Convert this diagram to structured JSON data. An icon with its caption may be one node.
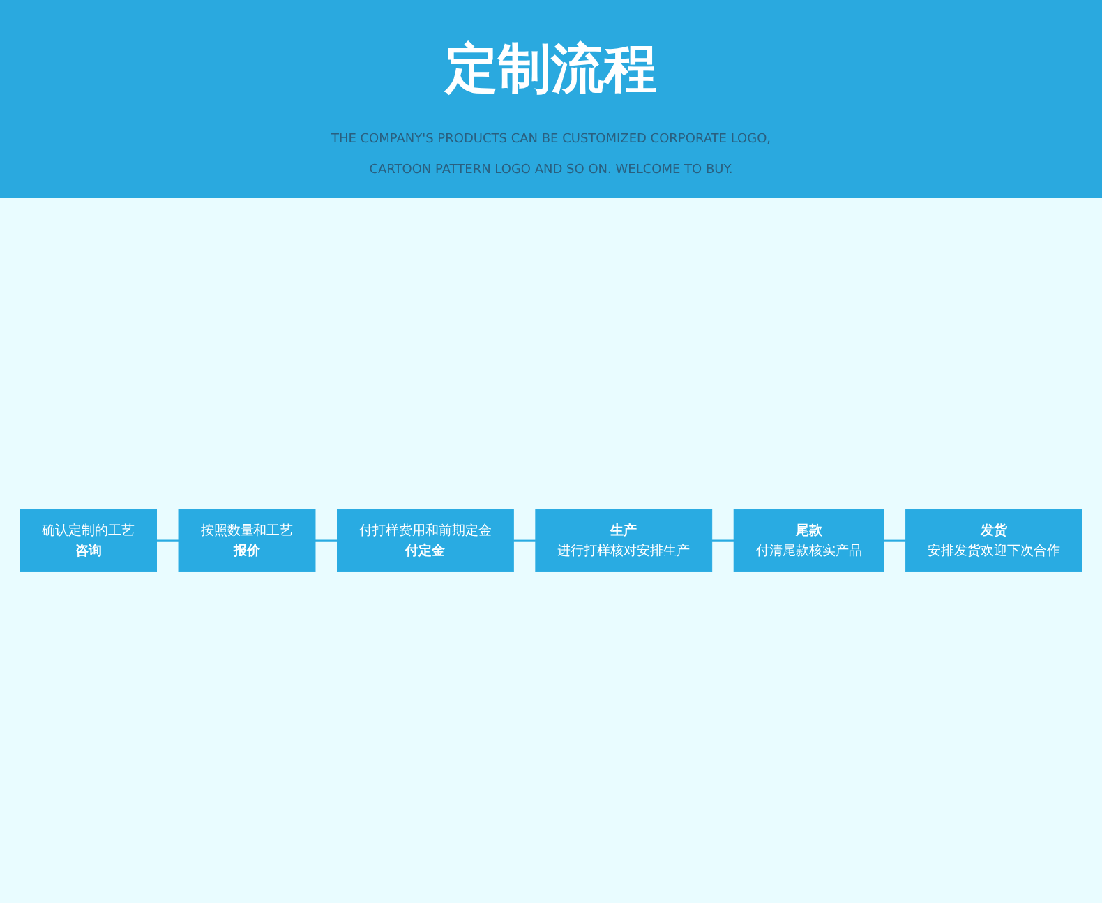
{
  "diagram": {
    "title": "定制流程",
    "nodes": [
      {
        "text": [
          "确认定制的工艺",
          "咨询"
        ]
      },
      {
        "text": [
          "按照数量和工艺",
          "报价"
        ]
      },
      {
        "text": [
          "付打样费用和前期定金",
          "付定金"
        ]
      },
      {
        "text": [
          "发货",
          "安排发货欢迎下次合作"
        ]
      },
      {
        "text": [
          "尾款",
          "付清尾款核实产品"
        ]
      },
      {
        "text": [
          "生产",
          "进行打样核对安排生产"
        ]
      }
    ],
    "edges": [
      {
        "from": 0,
        "to": 1,
        "arrow": "none"
      },
      {
        "from": 1,
        "to": 2,
        "arrow": "none"
      },
      {
        "from": 2,
        "to": 5,
        "arrow": "none"
      },
      {
        "from": 5,
        "to": 4,
        "arrow": "none"
      },
      {
        "from": 4,
        "to": 3,
        "arrow": "none"
      }
    ],
    "labels": [
      "THE COMPANY'S PRODUCTS CAN BE CUSTOMIZED CORPORATE LOGO, CARTOON PATTERN LOGO AND SO ON. WELCOME TO BUY."
    ]
  }
}
